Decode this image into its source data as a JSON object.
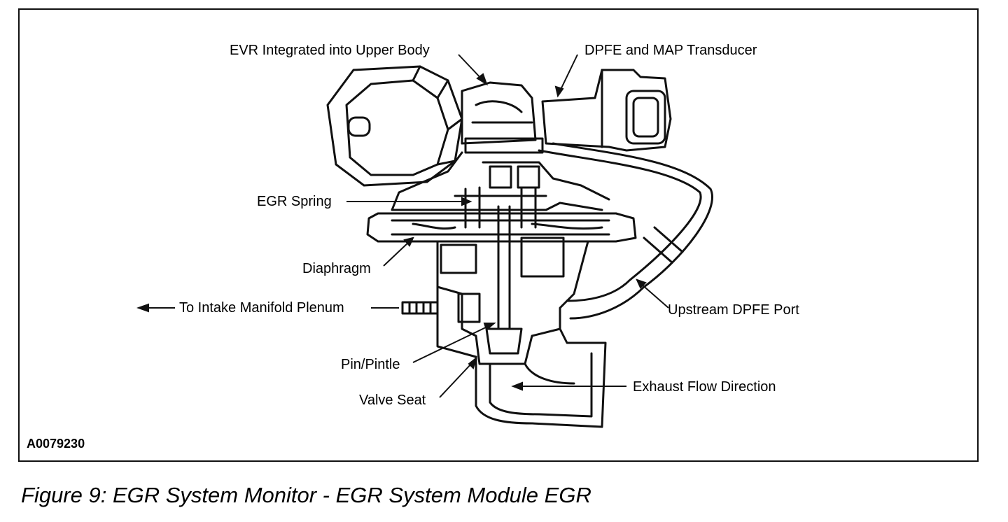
{
  "labels": {
    "evr": "EVR Integrated into Upper Body",
    "dpfe_map": "DPFE and MAP Transducer",
    "egr_spring": "EGR Spring",
    "diaphragm": "Diaphragm",
    "intake": "To Intake Manifold Plenum",
    "upstream": "Upstream DPFE Port",
    "pintle": "Pin/Pintle",
    "valve_seat": "Valve Seat",
    "exhaust": "Exhaust Flow Direction"
  },
  "figure_id": "A0079230",
  "caption": "Figure 9: EGR System Monitor - EGR System Module EGR"
}
